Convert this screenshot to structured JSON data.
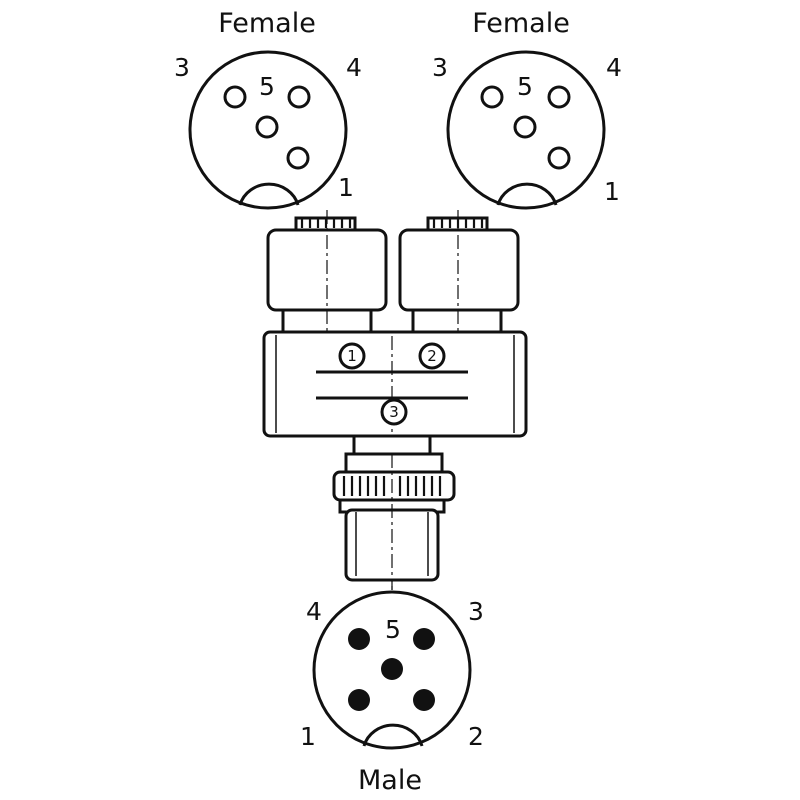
{
  "female_left": {
    "title": "Female",
    "pins": {
      "p1": "1",
      "p3": "3",
      "p4": "4",
      "p5": "5"
    }
  },
  "female_right": {
    "title": "Female",
    "pins": {
      "p1": "1",
      "p3": "3",
      "p4": "4",
      "p5": "5"
    }
  },
  "male": {
    "title": "Male",
    "pins": {
      "p1": "1",
      "p2": "2",
      "p3": "3",
      "p4": "4",
      "p5": "5"
    }
  },
  "markers": {
    "m1": "1",
    "m2": "2",
    "m3": "3"
  },
  "colors": {
    "line": "#111111",
    "background": "#ffffff"
  }
}
